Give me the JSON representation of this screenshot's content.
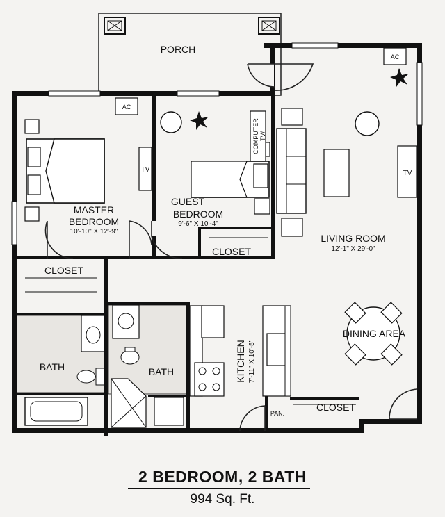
{
  "plan": {
    "rooms": {
      "porch": "PORCH",
      "master_bedroom": "MASTER\nBEDROOM",
      "master_bedroom_dim": "10'-10\" X 12'-9\"",
      "guest_bedroom": "GUEST\nBEDROOM",
      "guest_bedroom_dim": "9'-6\" X 10'-4\"",
      "living_room": "LIVING ROOM",
      "living_room_dim": "12'-1\" X 29'-0\"",
      "dining_area": "DINING AREA",
      "kitchen": "KITCHEN",
      "kitchen_dim": "7'-11\" X 10'-5\"",
      "master_closet": "CLOSET",
      "guest_closet": "CLOSET",
      "hall_closet": "CLOSET",
      "bath_master": "BATH",
      "bath_guest": "BATH",
      "pantry": "PAN."
    },
    "fixtures": {
      "ac": "AC",
      "tv": "TV",
      "computer_tv": "COMPUTER\nTV/"
    },
    "title": "2 BEDROOM, 2 BATH",
    "area": "994 Sq. Ft."
  }
}
